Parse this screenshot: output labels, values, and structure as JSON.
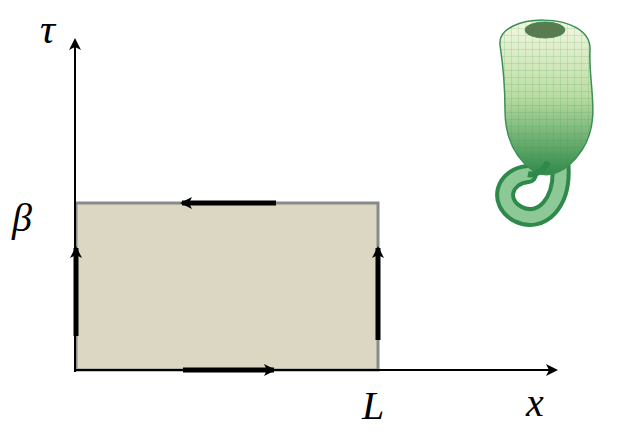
{
  "diagram": {
    "labels": [
      "τ",
      "β",
      "L",
      "x"
    ]
  }
}
